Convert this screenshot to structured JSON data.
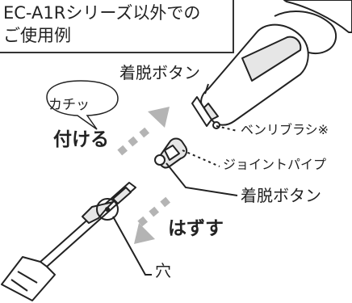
{
  "title": {
    "line1": "EC-A1Rシリーズ以外での",
    "line2": "ご使用例"
  },
  "labels": {
    "detach_button_top": "着脱ボタン",
    "click_sound": "カチッ",
    "attach": "付ける",
    "brush": "ベンリブラシ※",
    "joint_pipe": "ジョイントパイプ",
    "detach_button_bottom": "着脱ボタン",
    "remove": "はずす",
    "hole": "穴"
  },
  "colors": {
    "outline": "#222222",
    "arrow_gray": "#b4b4b4",
    "part_fill": "#ffffff",
    "part_shade": "#e6e6e6"
  }
}
